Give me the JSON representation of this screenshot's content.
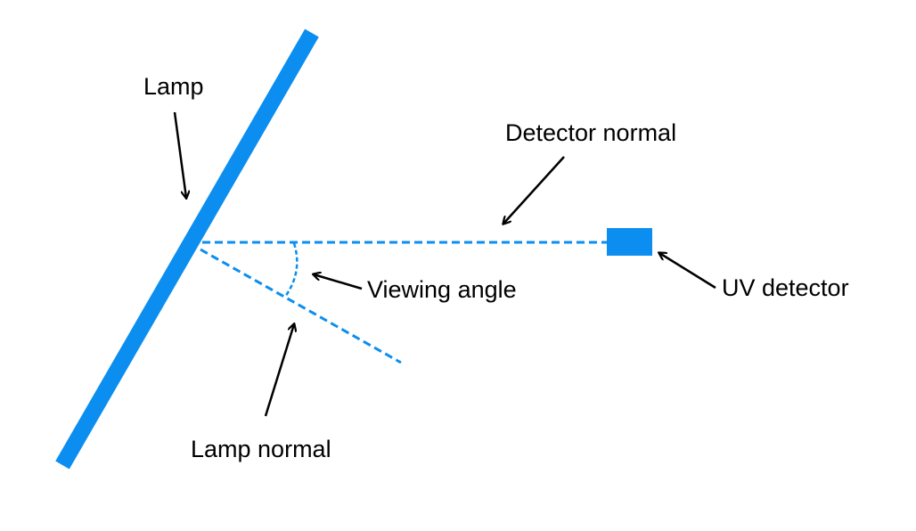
{
  "labels": {
    "lamp": "Lamp",
    "detector_normal": "Detector normal",
    "viewing_angle": "Viewing angle",
    "uv_detector": "UV detector",
    "lamp_normal": "Lamp normal"
  },
  "colors": {
    "accent": "#0b8ef0",
    "text": "#000000",
    "background": "#ffffff"
  }
}
